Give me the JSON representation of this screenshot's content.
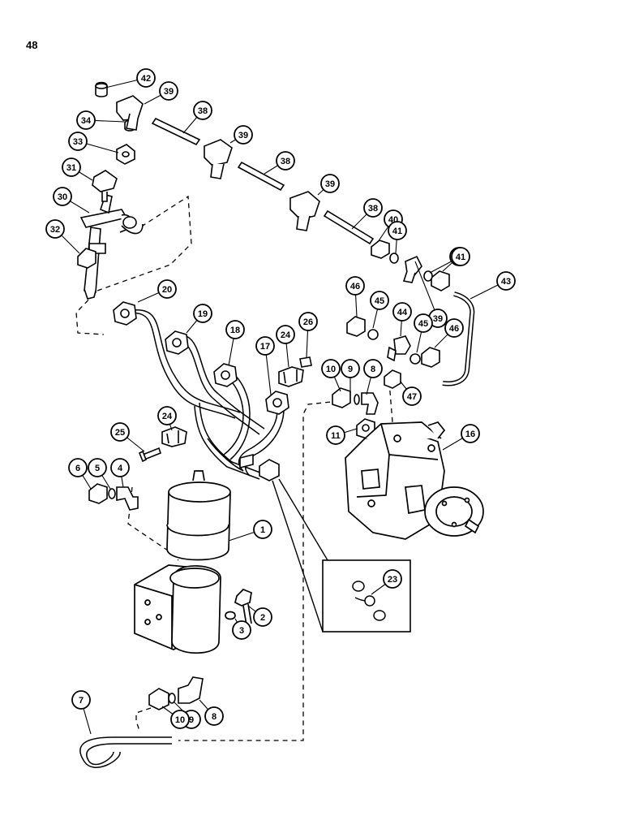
{
  "page_number": "48",
  "callouts": [
    "1",
    "2",
    "3",
    "4",
    "5",
    "6",
    "7",
    "8",
    "9",
    "10",
    "11",
    "16",
    "17",
    "18",
    "19",
    "20",
    "23",
    "24",
    "25",
    "26",
    "30",
    "31",
    "32",
    "33",
    "34",
    "38",
    "39",
    "40",
    "41",
    "42",
    "43",
    "44",
    "45",
    "46",
    "47"
  ],
  "parts": [
    {
      "label": "1"
    },
    {
      "label": "2"
    },
    {
      "label": "3"
    },
    {
      "label": "4"
    },
    {
      "label": "5"
    },
    {
      "label": "6"
    },
    {
      "label": "7"
    },
    {
      "label": "8"
    },
    {
      "label": "8"
    },
    {
      "label": "9"
    },
    {
      "label": "9"
    },
    {
      "label": "10"
    },
    {
      "label": "10"
    },
    {
      "label": "11"
    },
    {
      "label": "16"
    },
    {
      "label": "17"
    },
    {
      "label": "18"
    },
    {
      "label": "19"
    },
    {
      "label": "20"
    },
    {
      "label": "23"
    },
    {
      "label": "24"
    },
    {
      "label": "24"
    },
    {
      "label": "25"
    },
    {
      "label": "26"
    },
    {
      "label": "30"
    },
    {
      "label": "31"
    },
    {
      "label": "32"
    },
    {
      "label": "33"
    },
    {
      "label": "34"
    },
    {
      "label": "38"
    },
    {
      "label": "38"
    },
    {
      "label": "38"
    },
    {
      "label": "39"
    },
    {
      "label": "39"
    },
    {
      "label": "39"
    },
    {
      "label": "39"
    },
    {
      "label": "40"
    },
    {
      "label": "40"
    },
    {
      "label": "41"
    },
    {
      "label": "41"
    },
    {
      "label": "42"
    },
    {
      "label": "43"
    },
    {
      "label": "44"
    },
    {
      "label": "45"
    },
    {
      "label": "45"
    },
    {
      "label": "46"
    },
    {
      "label": "46"
    },
    {
      "label": "47"
    }
  ]
}
